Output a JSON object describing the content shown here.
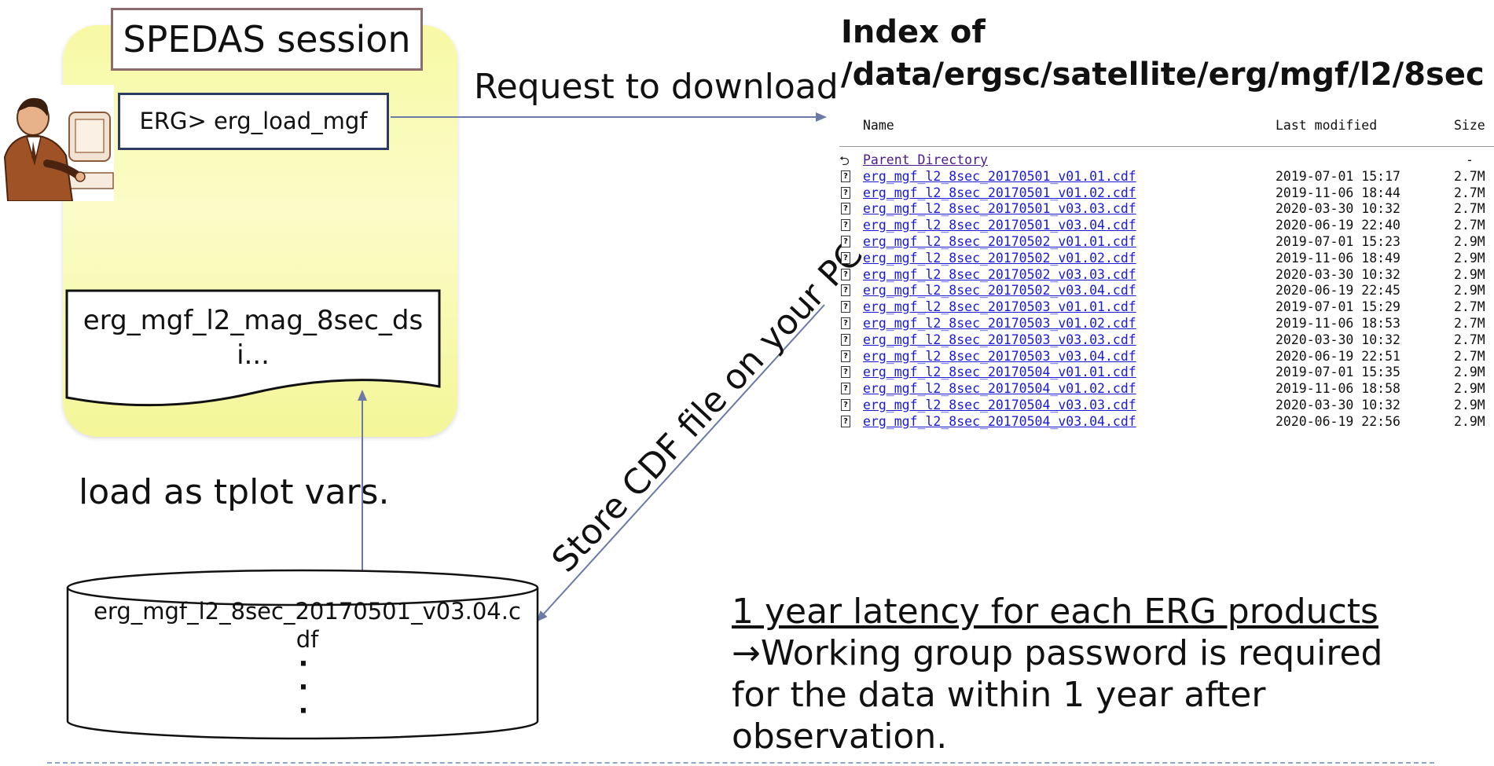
{
  "session": {
    "title": "SPEDAS session",
    "command": "ERG> erg_load_mgf",
    "variable_line1": "erg_mgf_l2_mag_8sec_ds",
    "variable_line2": "i..."
  },
  "labels": {
    "request": "Request to download",
    "store": "Store CDF file on your PC",
    "load": "load as tplot vars."
  },
  "index": {
    "title_line1": "Index of",
    "title_line2": "/data/ergsc/satellite/erg/mgf/l2/8sec",
    "headers": {
      "name": "Name",
      "modified": "Last modified",
      "size": "Size"
    },
    "parent": {
      "name": "Parent Directory",
      "size": "-"
    },
    "rows": [
      {
        "name": "erg_mgf_l2_8sec_20170501_v01.01.cdf",
        "modified": "2019-07-01 15:17",
        "size": "2.7M"
      },
      {
        "name": "erg_mgf_l2_8sec_20170501_v01.02.cdf",
        "modified": "2019-11-06 18:44",
        "size": "2.7M"
      },
      {
        "name": "erg_mgf_l2_8sec_20170501_v03.03.cdf",
        "modified": "2020-03-30 10:32",
        "size": "2.7M"
      },
      {
        "name": "erg_mgf_l2_8sec_20170501_v03.04.cdf",
        "modified": "2020-06-19 22:40",
        "size": "2.7M"
      },
      {
        "name": "erg_mgf_l2_8sec_20170502_v01.01.cdf",
        "modified": "2019-07-01 15:23",
        "size": "2.9M"
      },
      {
        "name": "erg_mgf_l2_8sec_20170502_v01.02.cdf",
        "modified": "2019-11-06 18:49",
        "size": "2.9M"
      },
      {
        "name": "erg_mgf_l2_8sec_20170502_v03.03.cdf",
        "modified": "2020-03-30 10:32",
        "size": "2.9M"
      },
      {
        "name": "erg_mgf_l2_8sec_20170502_v03.04.cdf",
        "modified": "2020-06-19 22:45",
        "size": "2.9M"
      },
      {
        "name": "erg_mgf_l2_8sec_20170503_v01.01.cdf",
        "modified": "2019-07-01 15:29",
        "size": "2.7M"
      },
      {
        "name": "erg_mgf_l2_8sec_20170503_v01.02.cdf",
        "modified": "2019-11-06 18:53",
        "size": "2.7M"
      },
      {
        "name": "erg_mgf_l2_8sec_20170503_v03.03.cdf",
        "modified": "2020-03-30 10:32",
        "size": "2.7M"
      },
      {
        "name": "erg_mgf_l2_8sec_20170503_v03.04.cdf",
        "modified": "2020-06-19 22:51",
        "size": "2.7M"
      },
      {
        "name": "erg_mgf_l2_8sec_20170504_v01.01.cdf",
        "modified": "2019-07-01 15:35",
        "size": "2.9M"
      },
      {
        "name": "erg_mgf_l2_8sec_20170504_v01.02.cdf",
        "modified": "2019-11-06 18:58",
        "size": "2.9M"
      },
      {
        "name": "erg_mgf_l2_8sec_20170504_v03.03.cdf",
        "modified": "2020-03-30 10:32",
        "size": "2.9M"
      },
      {
        "name": "erg_mgf_l2_8sec_20170504_v03.04.cdf",
        "modified": "2020-06-19 22:56",
        "size": "2.9M"
      }
    ]
  },
  "cylinder": {
    "filename_line1": "erg_mgf_l2_8sec_20170501_v03.04.c",
    "filename_line2": "df",
    "dots": "·\n·\n·"
  },
  "latency": {
    "title": "1 year latency for each ERG products",
    "line1": "→Working group password is required",
    "line2": "for the data within 1 year after",
    "line3": "observation."
  },
  "colors": {
    "arrow": "#6b7aa6",
    "panel": "#f7f9a4",
    "link": "#1a1ad6"
  }
}
